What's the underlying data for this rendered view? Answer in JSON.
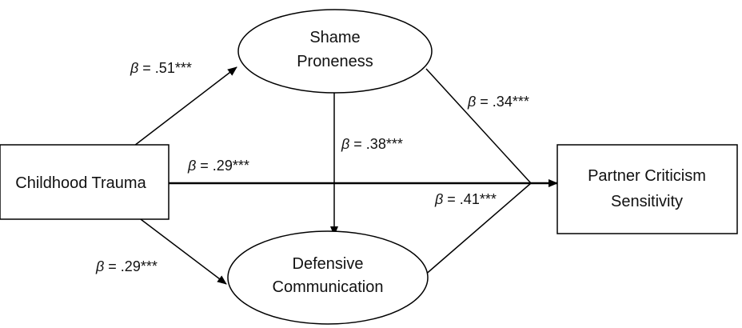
{
  "nodes": {
    "childhood_trauma": "Childhood Trauma",
    "shame_proneness": [
      "Shame",
      "Proneness"
    ],
    "defensive_communication": [
      "Defensive",
      "Communication"
    ],
    "partner_criticism_sensitivity": [
      "Partner Criticism",
      "Sensitivity"
    ]
  },
  "paths": [
    {
      "from": "Childhood Trauma",
      "to": "Shame Proneness",
      "symbol": "β",
      "coefficient": " = .51***"
    },
    {
      "from": "Childhood Trauma",
      "to": "Defensive Communication",
      "symbol": "β",
      "coefficient": " = .29***"
    },
    {
      "from": "Childhood Trauma",
      "to": "Partner Criticism Sensitivity",
      "symbol": "β",
      "coefficient": " = .29***"
    },
    {
      "from": "Shame Proneness",
      "to": "Defensive Communication",
      "symbol": "β",
      "coefficient": " = .38***"
    },
    {
      "from": "Shame Proneness",
      "to": "Partner Criticism Sensitivity",
      "symbol": "β",
      "coefficient": " = .34***"
    },
    {
      "from": "Defensive Communication",
      "to": "Partner Criticism Sensitivity",
      "symbol": "β",
      "coefficient": " = .41***"
    }
  ]
}
